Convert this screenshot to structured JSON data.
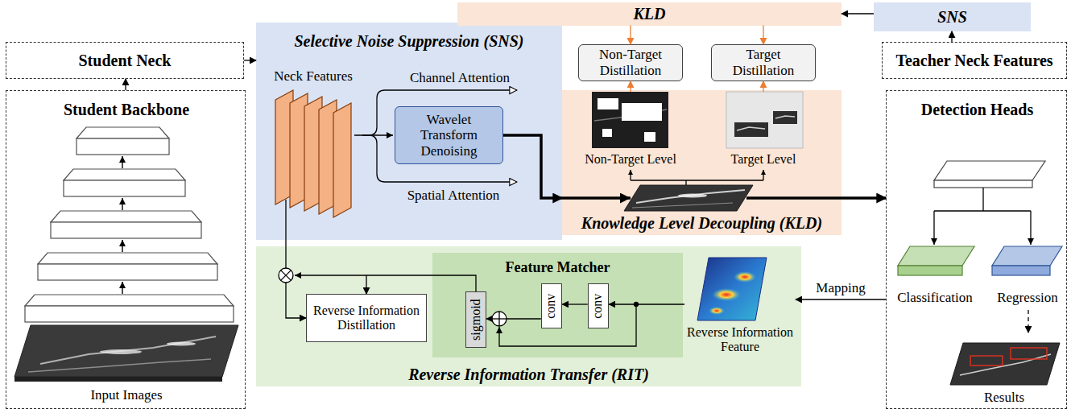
{
  "diagram": {
    "nodes": [
      {
        "text": [
          "Student Neck"
        ]
      },
      {
        "text": [
          "Student Backbone",
          "Input Images"
        ]
      },
      {
        "text": [
          "Selective Noise Suppression (SNS)",
          "Neck Features",
          "Channel Attention",
          "Spatial Attention"
        ]
      },
      {
        "text": [
          "Wavelet Transform Denoising"
        ],
        "in": 2
      },
      {
        "text": [
          "KLD"
        ]
      },
      {
        "text": [
          "SNS"
        ]
      },
      {
        "text": [
          "Non-Target Distillation"
        ]
      },
      {
        "text": [
          "Target Distillation"
        ]
      },
      {
        "text": [
          "Teacher Neck Features"
        ]
      },
      {
        "text": [
          "Knowledge Level Decoupling (KLD)"
        ]
      },
      {
        "text": [
          "Non-Target Level"
        ],
        "in": 9
      },
      {
        "text": [
          "Target Level"
        ],
        "in": 9
      },
      {
        "text": [
          "Detection Heads"
        ]
      },
      {
        "text": [
          "Classification"
        ],
        "in": 12
      },
      {
        "text": [
          "Regression"
        ],
        "in": 12
      },
      {
        "text": [
          "Results"
        ],
        "in": 12
      },
      {
        "text": [
          "Reverse Information Transfer (RIT)"
        ]
      },
      {
        "text": [
          "Feature Matcher"
        ],
        "in": 16
      },
      {
        "text": [
          "sigmoid"
        ],
        "in": 17
      },
      {
        "text": [
          "conv"
        ],
        "in": 17
      },
      {
        "text": [
          "conv"
        ],
        "in": 17
      },
      {
        "text": [
          "Reverse Information Distillation"
        ],
        "in": 16
      },
      {
        "text": [
          "Reverse Information Feature"
        ],
        "in": 16
      }
    ],
    "edges": [
      {
        "from": 1,
        "to": 0,
        "arrow": "to"
      },
      {
        "from": 0,
        "to": 2,
        "arrow": "to"
      },
      {
        "from": 3,
        "to": 9,
        "arrow": "to"
      },
      {
        "from": 9,
        "to": 12,
        "arrow": "to"
      },
      {
        "from": 5,
        "to": 4,
        "arrow": "to"
      },
      {
        "from": 8,
        "to": 5,
        "arrow": "to"
      },
      {
        "from": 4,
        "to": 6,
        "arrow": "to"
      },
      {
        "from": 4,
        "to": 7,
        "arrow": "to"
      },
      {
        "from": 10,
        "to": 6,
        "arrow": "to"
      },
      {
        "from": 11,
        "to": 7,
        "arrow": "to"
      },
      {
        "from": 12,
        "to": 22,
        "label": "Mapping",
        "arrow": "to"
      },
      {
        "from": 22,
        "to": 20,
        "arrow": "to"
      },
      {
        "from": 20,
        "to": 19,
        "arrow": "to"
      },
      {
        "from": 19,
        "to": 18,
        "arrow": "to"
      },
      {
        "from": 18,
        "to": 21,
        "arrow": "to"
      },
      {
        "from": 2,
        "to": 21,
        "arrow": "to"
      },
      {
        "from": 14,
        "to": 15,
        "arrow": "to"
      }
    ]
  }
}
